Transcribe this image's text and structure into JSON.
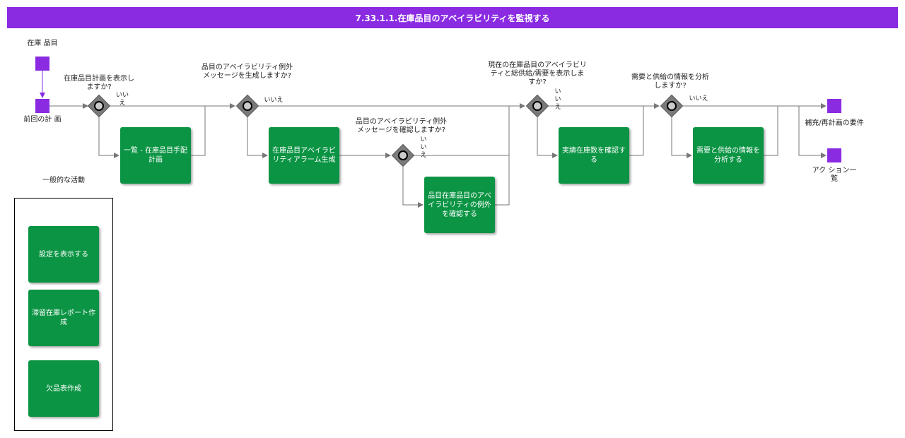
{
  "title": "7.33.1.1.在庫品目のアベイラビリティを監視する",
  "colors": {
    "header": "#8a2be2",
    "task": "#0b9444",
    "event": "#8a2be2",
    "gateway": "#7a7a7a"
  },
  "events": {
    "start_label": "在庫 品目",
    "prev_label": "前回の計 画",
    "end1_label": "補充/再計画の要件",
    "end2_label": "アク ション一覧"
  },
  "gateways": {
    "g1_question": "在庫品目計画を表示しますか?",
    "g2_question": "品目のアベイラビリティ例外メッセージを生成しますか?",
    "g3_question": "品目のアベイラビリティ例外メッセージを確認しますか?",
    "g4_question": "現在の在庫品目のアベイラビリティと総供給/需要を表示しますか?",
    "g5_question": "需要と供給の情報を分析しますか?",
    "no_label": "いいえ"
  },
  "tasks": {
    "t1": "一覧 - 在庫品目手配計画",
    "t2": "在庫品目アベイラビリティアラーム生成",
    "t3": "品目在庫品目のアベイラビリティの例外を確認する",
    "t4": "実績在庫数を確認する",
    "t5": "需要と供給の情報を分析する"
  },
  "general": {
    "group_label": "一般的な活動",
    "a1": "設定を表示する",
    "a2": "滞留在庫レポート作成",
    "a3": "欠品表作成"
  }
}
